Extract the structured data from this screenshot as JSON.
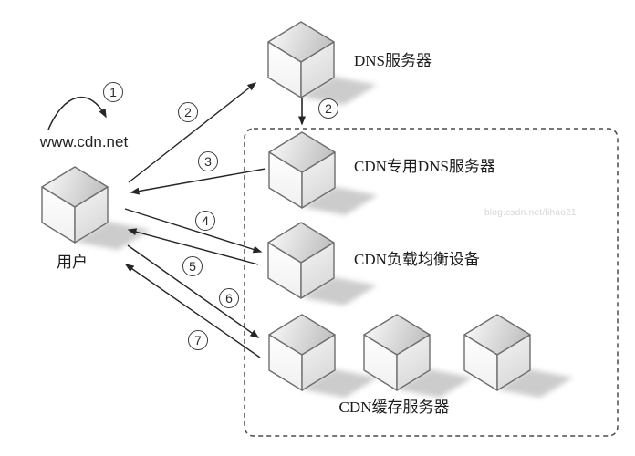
{
  "diagram": {
    "user": {
      "url": "www.cdn.net",
      "label": "用户"
    },
    "nodes": {
      "dns": "DNS服务器",
      "cdn_dns": "CDN专用DNS服务器",
      "load_balancer": "CDN负载均衡设备",
      "cache": "CDN缓存服务器"
    },
    "steps": {
      "s1": "1",
      "s2a": "2",
      "s2b": "2",
      "s3": "3",
      "s4": "4",
      "s5": "5",
      "s6": "6",
      "s7": "7"
    },
    "watermark": "blog.csdn.net/lihao21",
    "colors": {
      "line": "#333333",
      "cube_stroke": "#6e6e6e",
      "watermark": "#d6d6d6"
    }
  }
}
